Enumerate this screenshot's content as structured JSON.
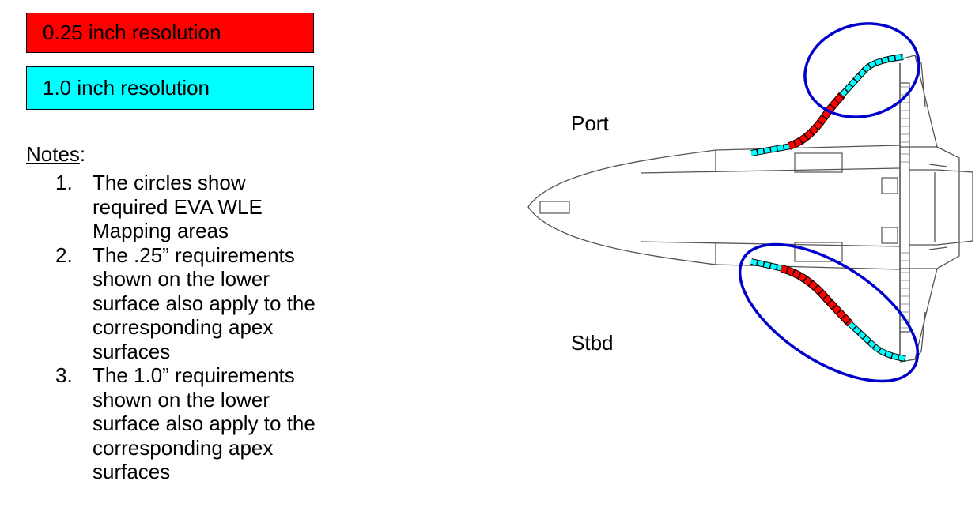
{
  "legend": [
    {
      "label": "0.25 inch resolution",
      "color": "#ff0000"
    },
    {
      "label": "1.0 inch resolution",
      "color": "#00ffff"
    }
  ],
  "notes": {
    "heading": "Notes",
    "heading_suffix": ":",
    "items": [
      {
        "num": "1.",
        "text": "The circles show required EVA WLE Mapping areas"
      },
      {
        "num": "2.",
        "text": "The .25” requirements shown on the lower surface also apply to the corresponding apex surfaces"
      },
      {
        "num": "3.",
        "text": "The 1.0” requirements shown on the lower surface also apply to the corresponding apex surfaces"
      }
    ]
  },
  "diagram": {
    "port_label": "Port",
    "stbd_label": "Stbd",
    "colors": {
      "red": "#ff0000",
      "cyan": "#00ffff",
      "circle": "#0000cc",
      "outline": "#555555"
    }
  }
}
